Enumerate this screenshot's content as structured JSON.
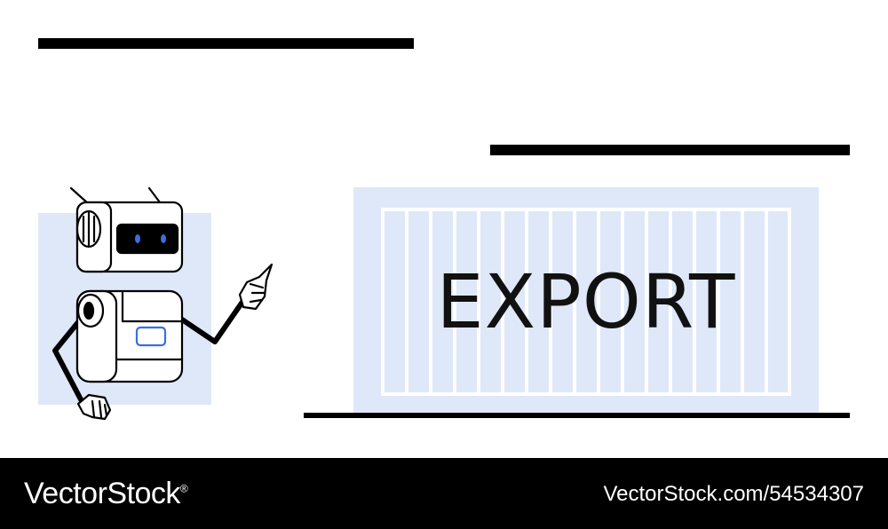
{
  "illustration": {
    "container_label": "EXPORT"
  },
  "footer": {
    "brand": "VectorStock",
    "brand_superscript": "®",
    "image_url": "VectorStock.com/54534307"
  },
  "colors": {
    "panel_blue": "#dfe8f8",
    "robot_eye": "#3b6fe0",
    "ink": "#000000",
    "footer_bg": "#000000"
  },
  "icons": [
    "robot-icon",
    "shipping-container-icon"
  ]
}
